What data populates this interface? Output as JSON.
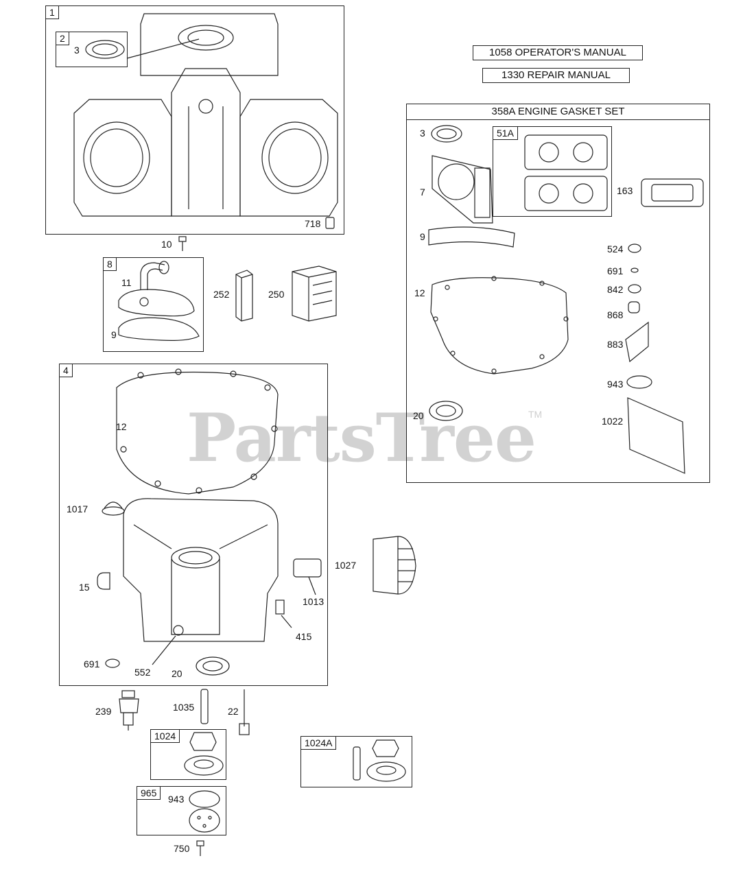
{
  "watermark": {
    "text": "PartsTree",
    "tm": "TM"
  },
  "manuals": {
    "operator": "1058 OPERATOR'S MANUAL",
    "repair": "1330 REPAIR MANUAL"
  },
  "groups": {
    "g1": "1",
    "g2": "2",
    "g8": "8",
    "g4": "4",
    "g1024": "1024",
    "g965": "965",
    "g1024a": "1024A",
    "gasket_set": "358A ENGINE GASKET SET",
    "g51a": "51A"
  },
  "labels": {
    "p3_top": "3",
    "p718": "718",
    "p10": "10",
    "p11": "11",
    "p9_left": "9",
    "p252": "252",
    "p250": "250",
    "p12_left": "12",
    "p1017": "1017",
    "p15": "15",
    "p1027": "1027",
    "p1013": "1013",
    "p415": "415",
    "p691_left": "691",
    "p552": "552",
    "p20_left": "20",
    "p239": "239",
    "p1035": "1035",
    "p22": "22",
    "p943_left": "943",
    "p750": "750",
    "p3_set": "3",
    "p7": "7",
    "p163": "163",
    "p9_set": "9",
    "p524": "524",
    "p691_set": "691",
    "p842": "842",
    "p12_set": "12",
    "p868": "868",
    "p883": "883",
    "p943_set": "943",
    "p20_set": "20",
    "p1022": "1022"
  }
}
